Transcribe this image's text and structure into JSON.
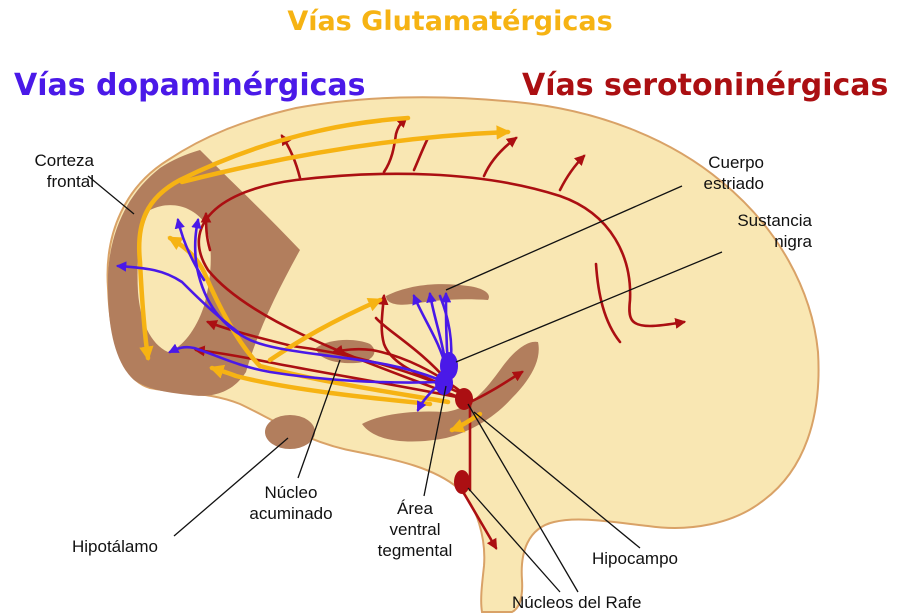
{
  "titles": {
    "glutamate": "Vías Glutamatérgicas",
    "dopamine": "Vías dopaminérgicas",
    "serotonin": "Vías serotoninérgicas"
  },
  "labels": {
    "frontal_cortex": [
      "Corteza",
      "frontal"
    ],
    "striatum": [
      "Cuerpo",
      "estriado"
    ],
    "substantia_nigra": [
      "Sustancia",
      "nigra"
    ],
    "nucleus_accumbens": [
      "Núcleo",
      "acuminado"
    ],
    "vta": [
      "Área",
      "ventral",
      "tegmental"
    ],
    "hypothalamus": "Hipotálamo",
    "hippocampus": "Hipocampo",
    "raphe_nuclei": "Núcleos del Rafe"
  },
  "colors": {
    "glutamate": "#f6b313",
    "dopamine": "#4a19e8",
    "serotonin": "#ab0f12",
    "brain_fill": "#f9e7b3",
    "brain_outline": "#d9a267",
    "region_fill": "#b27e5d"
  }
}
